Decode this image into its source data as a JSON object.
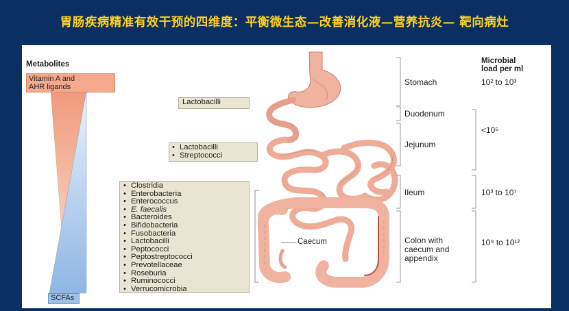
{
  "title": "胃肠疾病精准有效干预的四维度：平衡微生态—改善消化液—营养抗炎— 靶向病灶",
  "metabolites": {
    "heading": "Metabolites",
    "top_label_line1": "Vitamin A and",
    "top_label_line2": "AHR ligands",
    "bottom_label": "SCFAs",
    "top_color": "#f4a88c",
    "bottom_color": "#9ec1e8"
  },
  "bacteria": {
    "stomach": [
      "Lactobacilli"
    ],
    "small_intestine": [
      "Lactobacilli",
      "Streptococci"
    ],
    "colon": [
      "Clostridia",
      "Enterobacteria",
      "Enterococcus",
      "E. faecalis",
      "Bacteroides",
      "Bifidobacteria",
      "Fusobacteria",
      "Lactobacilli",
      "Peptococci",
      "Peptostreptococci",
      "Prevotellaceae",
      "Roseburia",
      "Ruminococci",
      "Verrucomicrobia"
    ]
  },
  "anatomy": {
    "caecum": "Caecum",
    "stomach": "Stomach",
    "duodenum": "Duodenum",
    "jejunum": "Jejunum",
    "ileum": "Ileum",
    "colon_line1": "Colon with",
    "colon_line2": "caecum and",
    "colon_line3": "appendix"
  },
  "load": {
    "header_line1": "Microbial",
    "header_line2": "load per ml",
    "stomach": "10² to 10³",
    "small": "<10⁵",
    "ileum": "10³ to 10⁷",
    "colon": "10⁹ to 10¹²"
  },
  "colors": {
    "background": "#0c2f63",
    "title": "#ffd21f",
    "organ": "#f0b3a0",
    "organ_shade": "#d8867a",
    "label_box": "#e9e5d2"
  }
}
